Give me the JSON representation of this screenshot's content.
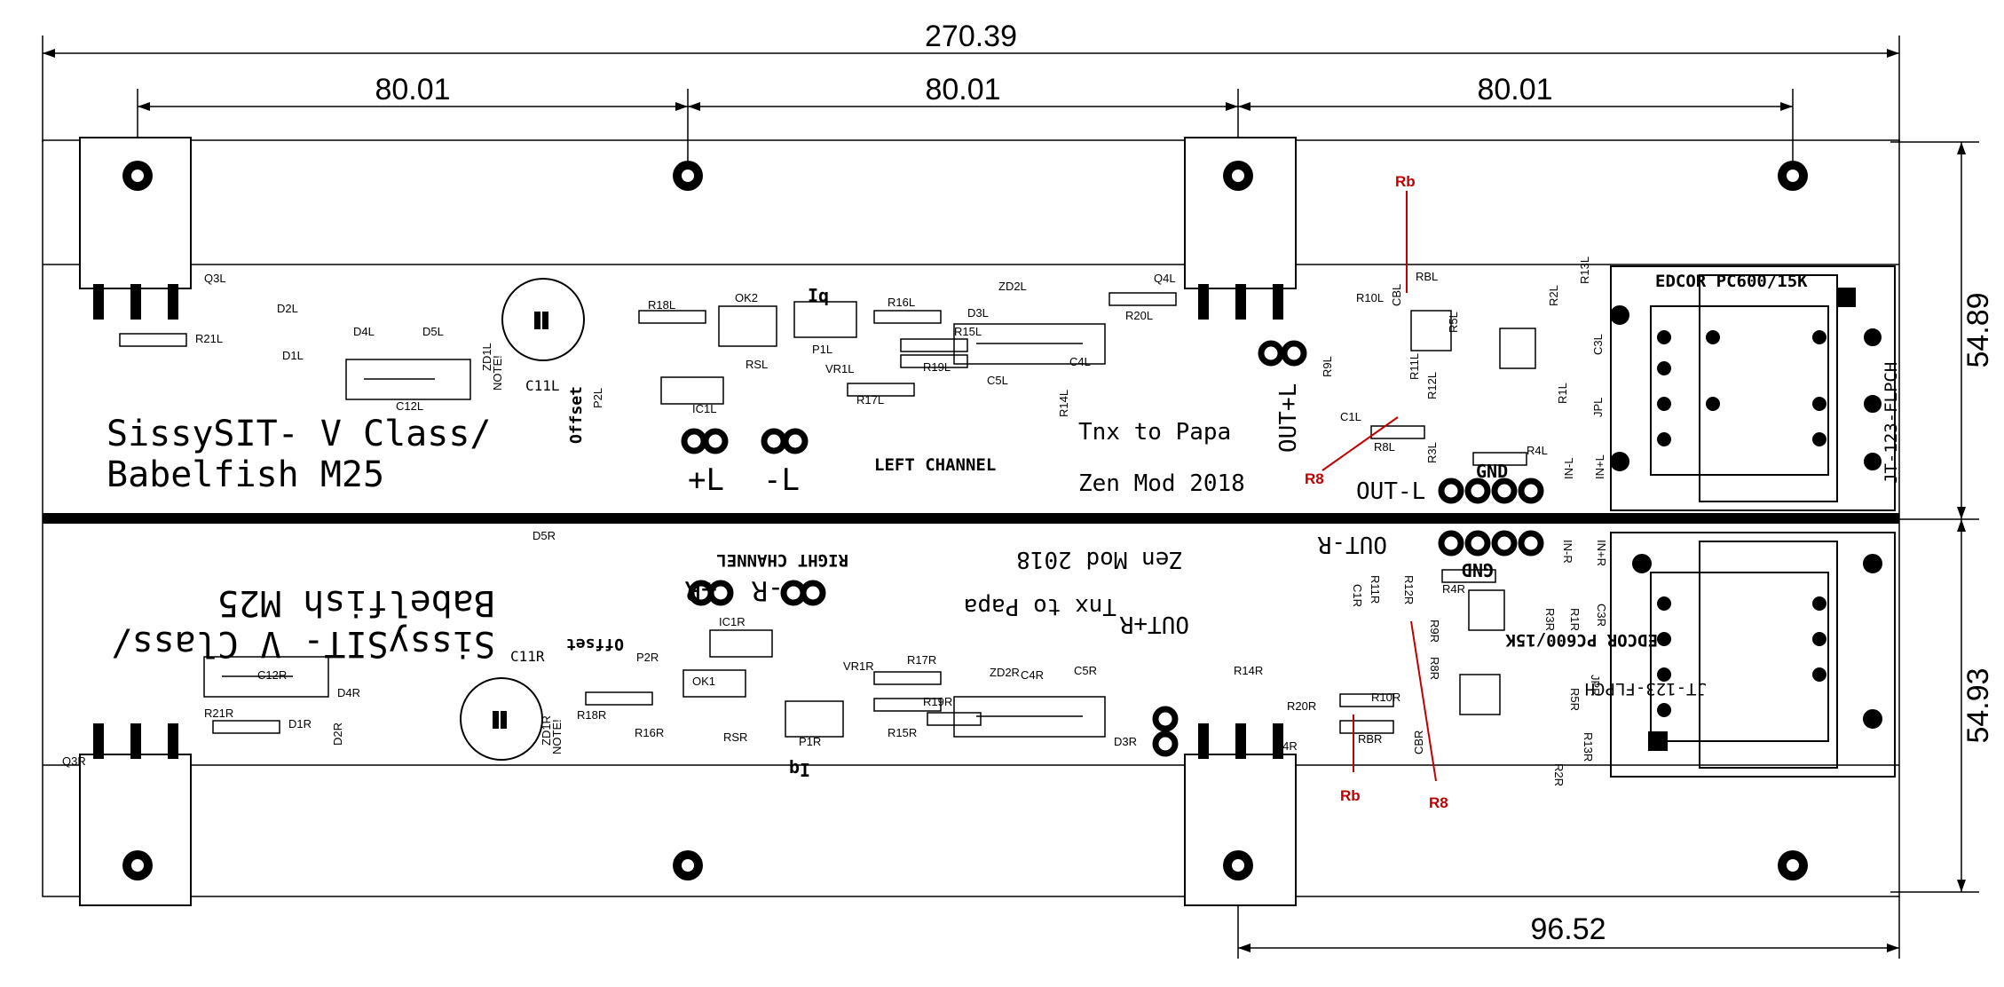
{
  "dimensions": {
    "overall_width": "270.39",
    "spacing_1": "80.01",
    "spacing_2": "80.01",
    "spacing_3": "80.01",
    "height_top": "54.89",
    "height_bottom": "54.93",
    "bottom_offset": "96.52"
  },
  "left_channel": {
    "title_line1": "SissySIT- V Class/",
    "title_line2": "Babelfish M25",
    "thanks": "Tnx to Papa",
    "mod": "Zen Mod 2018",
    "channel_label": "LEFT CHANNEL",
    "plus": "+L",
    "minus": "-L",
    "out_plus": "OUT+L",
    "out_minus": "OUT-L",
    "gnd": "GND",
    "iq": "Iq",
    "offset": "Offset",
    "transformer": "EDCOR PC600/15K",
    "transformer_alt": "JT-123-FLPCH",
    "refs": [
      "Q3L",
      "Q4L",
      "R21L",
      "D2L",
      "D1L",
      "D4L",
      "D5L",
      "ZD1L",
      "NOTE!",
      "C12L",
      "C11L",
      "R18L",
      "OK2",
      "RSL",
      "P1L",
      "IC1L",
      "R16L",
      "R15L",
      "R19L",
      "R17L",
      "VR1L",
      "ZD2L",
      "D3L",
      "C4L",
      "C5L",
      "R14L",
      "R20L",
      "P2L",
      "CBL",
      "RBL",
      "R10L",
      "R9L",
      "R11L",
      "R12L",
      "R8L",
      "R3L",
      "R4L",
      "C1L",
      "R5L",
      "R2L",
      "R1L",
      "R13L",
      "C3L",
      "JPL",
      "IN-L",
      "IN+L"
    ]
  },
  "right_channel": {
    "title_line1": "SissySIT- V Class/",
    "title_line2": "Babelfish M25",
    "thanks": "Tnx to Papa",
    "mod": "Zen Mod 2018",
    "channel_label": "RIGHT CHANNEL",
    "plus": "+R",
    "minus": "-R",
    "out_plus": "OUT+R",
    "out_minus": "OUT-R",
    "gnd": "GND",
    "iq": "Iq",
    "offset": "Offset",
    "transformer": "EDCOR PC600/15K",
    "transformer_alt": "JT-123-FLPCH",
    "refs": [
      "Q3R",
      "Q4R",
      "R21R",
      "D2R",
      "D1R",
      "D4R",
      "D5R",
      "ZD1R",
      "NOTE!",
      "C12R",
      "C11R",
      "R18R",
      "OK1",
      "RSR",
      "P1R",
      "IC1R",
      "R16R",
      "R15R",
      "R19R",
      "R17R",
      "VR1R",
      "ZD2R",
      "D3R",
      "C4R",
      "C5R",
      "R14R",
      "R20R",
      "P2R",
      "CBR",
      "RBR",
      "R10R",
      "R9R",
      "R11R",
      "R12R",
      "R8R",
      "R3R",
      "R4R",
      "C1R",
      "R5R",
      "R2R",
      "R1R",
      "R13R",
      "C3R",
      "JPR",
      "IN-R",
      "IN+R"
    ]
  },
  "callouts": {
    "rb_top": "Rb",
    "r8_top": "R8",
    "rb_bottom": "Rb",
    "r8_bottom": "R8"
  },
  "colors": {
    "silkscreen": "#000000",
    "callout": "#c00000",
    "board_outline": "#000000"
  }
}
